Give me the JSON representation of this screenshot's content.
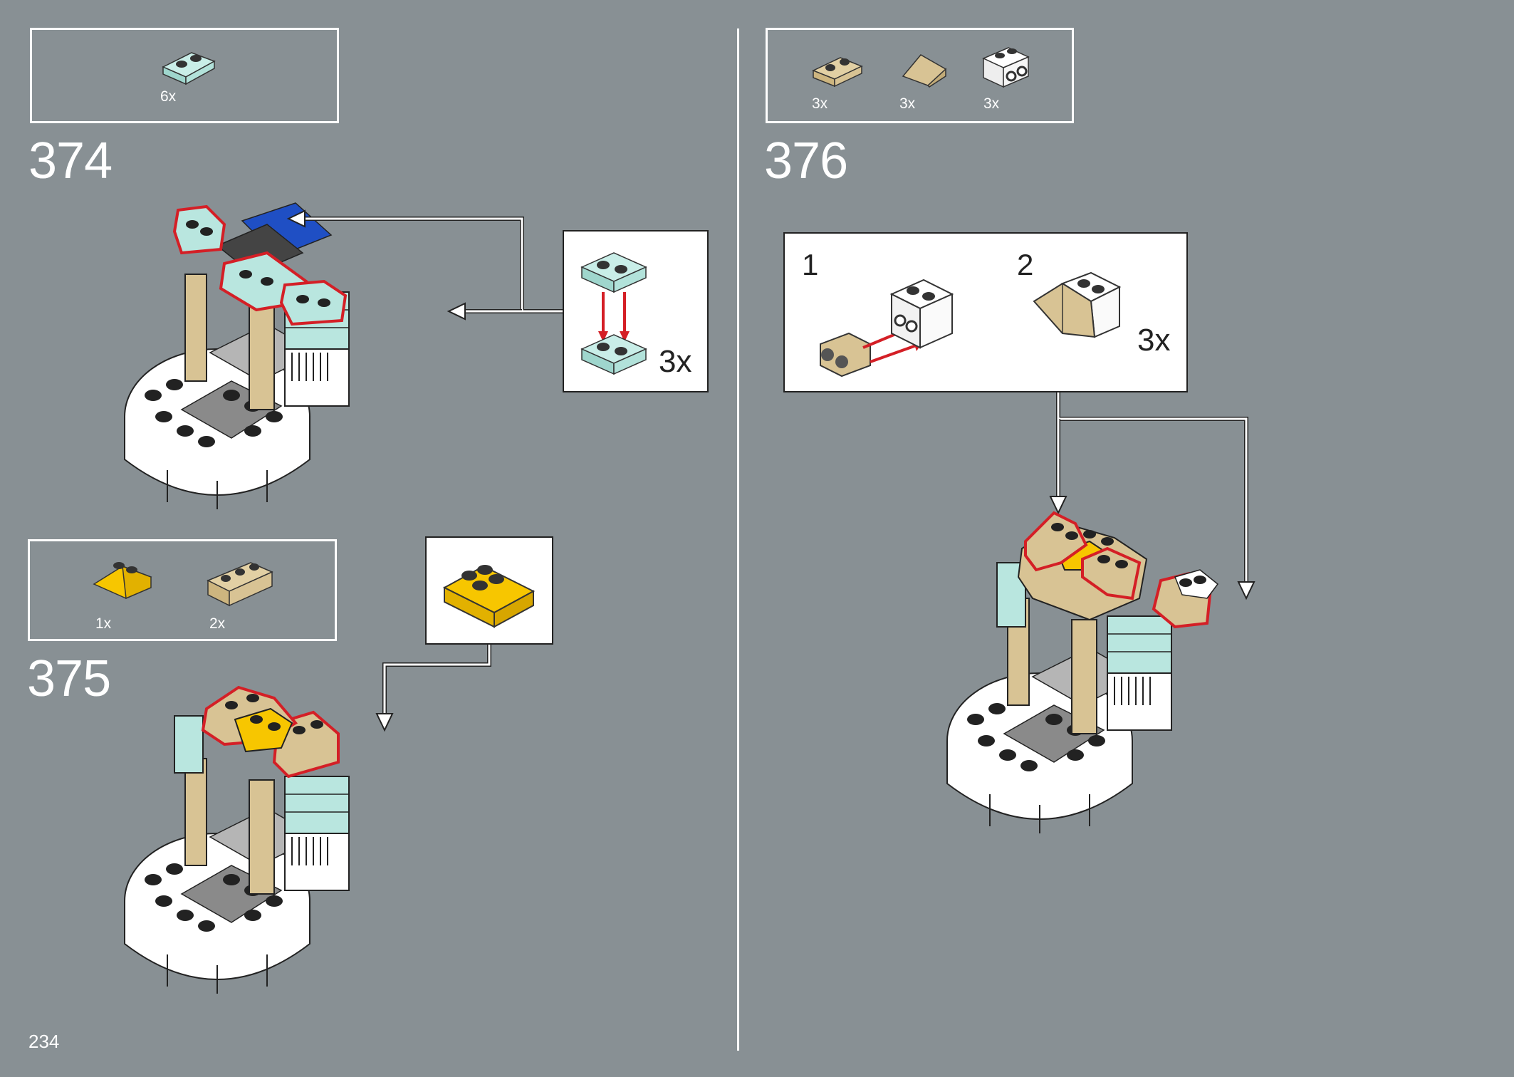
{
  "page_number": "234",
  "steps": [
    {
      "number": "374",
      "parts": [
        {
          "icon": "trans-light-blue-plate-1x2-icon",
          "qty": "6x"
        }
      ],
      "callout": {
        "multiplier": "3x"
      }
    },
    {
      "number": "375",
      "parts": [
        {
          "icon": "yellow-slope-2x2-icon",
          "qty": "1x"
        },
        {
          "icon": "tan-brick-1x3-icon",
          "qty": "2x"
        }
      ]
    },
    {
      "number": "376",
      "parts": [
        {
          "icon": "tan-plate-1x2-icon",
          "qty": "3x"
        },
        {
          "icon": "tan-slope-icon",
          "qty": "3x"
        },
        {
          "icon": "white-brick-with-studs-on-side-icon",
          "qty": "3x"
        }
      ],
      "callout": {
        "sub1": "1",
        "sub2": "2",
        "multiplier": "3x"
      }
    }
  ],
  "colors": {
    "background": "#889094",
    "highlight": "#d41f26",
    "tan": "#d8c394",
    "trans_light_blue": "#b9e6df",
    "yellow": "#f7c600",
    "blue": "#1f4fc4"
  }
}
